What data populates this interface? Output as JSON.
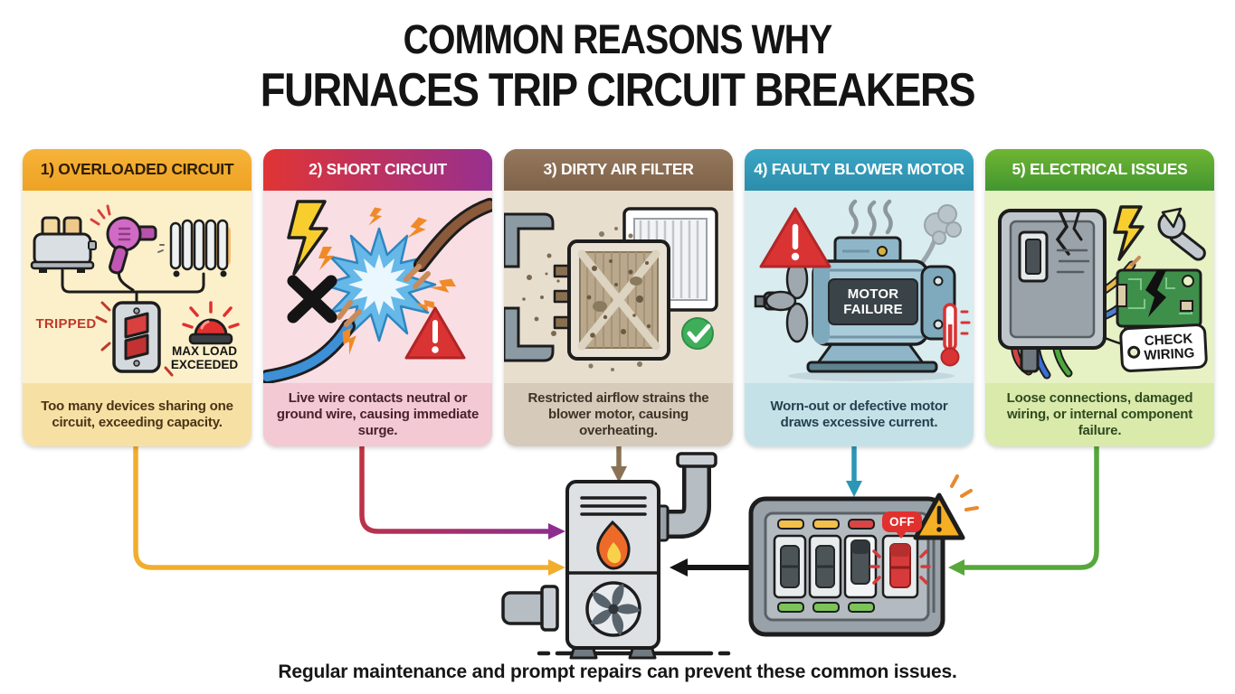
{
  "title": {
    "line1": "COMMON REASONS WHY",
    "line2": "FURNACES TRIP CIRCUIT BREAKERS"
  },
  "footer": "Regular maintenance and prompt repairs can prevent these common issues.",
  "panels": [
    {
      "title": "1) OVERLOADED CIRCUIT",
      "caption": "Too many devices sharing one circuit, exceeding capacity.",
      "labels": {
        "tripped": "TRIPPED",
        "max_load": "MAX LOAD EXCEEDED"
      },
      "colors": {
        "header": "linear-gradient(180deg,#F6B33A,#EEA223)",
        "header_text": "#2E1D04",
        "body": "#FCF0CA",
        "band": "#F6E0A4",
        "caption_text": "#4A3415",
        "arrow": "#F2AD2D"
      }
    },
    {
      "title": "2) SHORT CIRCUIT",
      "caption": "Live wire contacts neutral or ground wire, causing immediate surge.",
      "colors": {
        "header": "linear-gradient(90deg,#E03434,#98308F)",
        "header_text": "#FFFFFF",
        "body": "#F9DEE4",
        "band": "#F3C9D3",
        "caption_text": "#46222E",
        "arrow_from": "#C23340",
        "arrow_to": "#8E2D8E"
      }
    },
    {
      "title": "3) DIRTY AIR FILTER",
      "caption": "Restricted airflow strains the blower motor, causing overheating.",
      "colors": {
        "header": "linear-gradient(180deg,#95785D,#7E634A)",
        "header_text": "#FFFFFF",
        "body": "#E7DECE",
        "band": "#D6CABA",
        "caption_text": "#3E3328",
        "arrow": "#8A7254"
      }
    },
    {
      "title": "4) FAULTY BLOWER MOTOR",
      "caption": "Worn-out or defective motor draws excessive current.",
      "labels": {
        "motor": "MOTOR FAILURE"
      },
      "colors": {
        "header": "linear-gradient(180deg,#3BA6C4,#2B8DAB)",
        "header_text": "#FFFFFF",
        "body": "#D9ECF0",
        "band": "#C4E1E8",
        "caption_text": "#23424E",
        "arrow": "#2B97B4"
      }
    },
    {
      "title": "5) ELECTRICAL ISSUES",
      "caption": "Loose connections, damaged wiring, or internal component failure.",
      "labels": {
        "tag": "CHECK WIRING"
      },
      "colors": {
        "header": "linear-gradient(180deg,#6FB633,#43952F)",
        "header_text": "#FFFFFF",
        "body": "#E6F1C4",
        "band": "#D9EAAB",
        "caption_text": "#2F4A1F",
        "arrow": "#57A73B"
      }
    }
  ],
  "bottom_scene": {
    "off_label": "OFF",
    "black_arrow": "#151515",
    "off_color": "#E0312F"
  }
}
